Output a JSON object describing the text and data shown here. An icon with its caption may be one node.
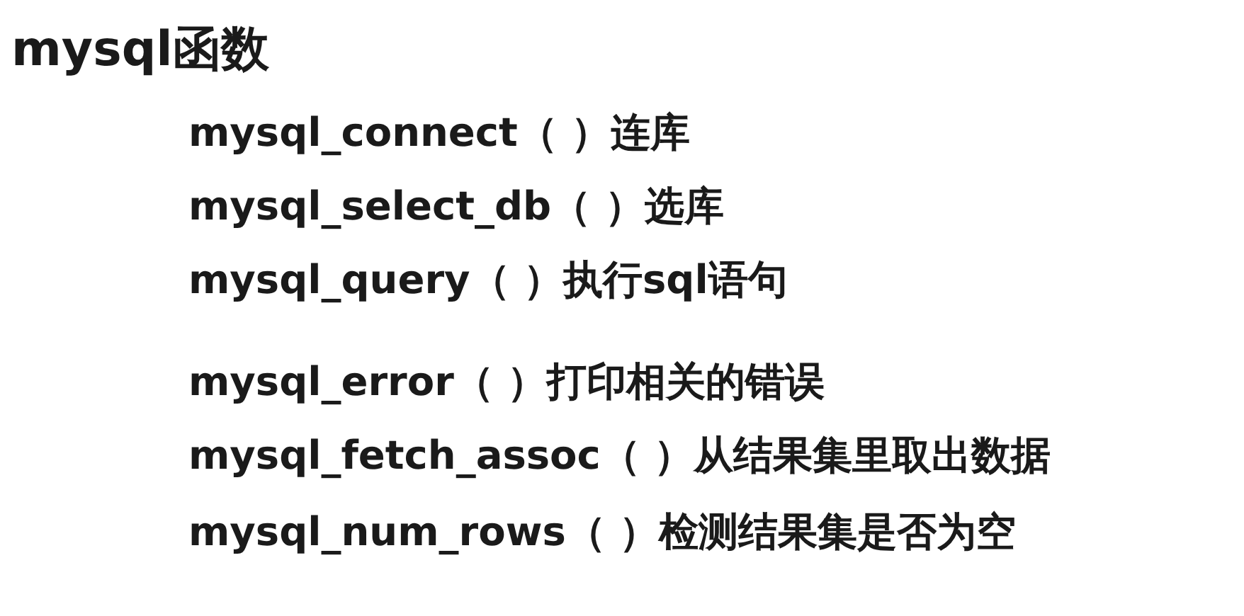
{
  "diagram": {
    "title": "mysql函数",
    "labels": [
      "mysql_connect（ ）连库",
      "mysql_select_db（ ）选库",
      "mysql_query（ ）执行sql语句",
      "mysql_error（ ）打印相关的错误",
      "mysql_fetch_assoc（ ）从结果集里取出数据",
      "mysql_num_rows（ ）检测结果集是否为空"
    ]
  }
}
